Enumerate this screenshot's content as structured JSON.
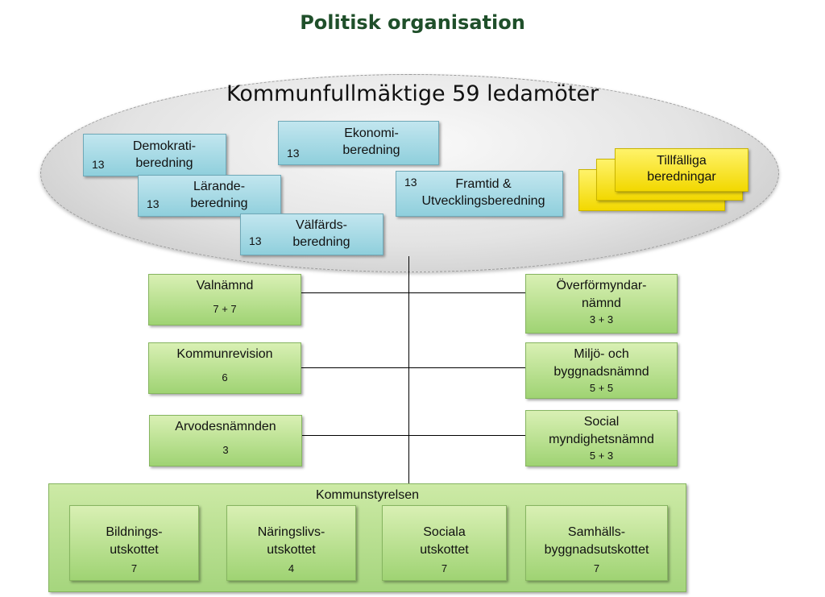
{
  "title": "Politisk organisation",
  "council": {
    "title": "Kommunfullmäktige 59 ledamöter"
  },
  "preparatory_committees": [
    {
      "label": "Demokrati-\nberedning",
      "members": "13"
    },
    {
      "label": "Ekonomi-\nberedning",
      "members": "13"
    },
    {
      "label": "Lärande-\nberedning",
      "members": "13"
    },
    {
      "label": "Framtid &\nUtvecklingsberedning",
      "members": "13"
    },
    {
      "label": "Välfärds-\nberedning",
      "members": "13"
    }
  ],
  "temporary": {
    "label": "Tillfälliga\nberedningar"
  },
  "left_committees": [
    {
      "label": "Valnämnd",
      "members": "7 + 7"
    },
    {
      "label": "Kommunrevision",
      "members": "6"
    },
    {
      "label": "Arvodesnämnden",
      "members": "3"
    }
  ],
  "right_committees": [
    {
      "label": "Överförmyndar-\nnämnd",
      "members": "3 + 3"
    },
    {
      "label": "Miljö- och\nbyggnadsnämnd",
      "members": "5 + 5"
    },
    {
      "label": "Social\nmyndighetsnämnd",
      "members": "5 + 3"
    }
  ],
  "executive_board": {
    "title": "Kommunstyrelsen",
    "subcommittees": [
      {
        "label": "Bildnings-\nutskottet",
        "members": "7"
      },
      {
        "label": "Näringslivs-\nutskottet",
        "members": "4"
      },
      {
        "label": "Sociala\nutskottet",
        "members": "7"
      },
      {
        "label": "Samhälls-\nbyggnadsutskottet",
        "members": "7"
      }
    ]
  },
  "colors": {
    "title": "#1f4f2a",
    "blue_box": "#a8dbe6",
    "green_box": "#b7e08f",
    "yellow_box": "#f7e224"
  }
}
